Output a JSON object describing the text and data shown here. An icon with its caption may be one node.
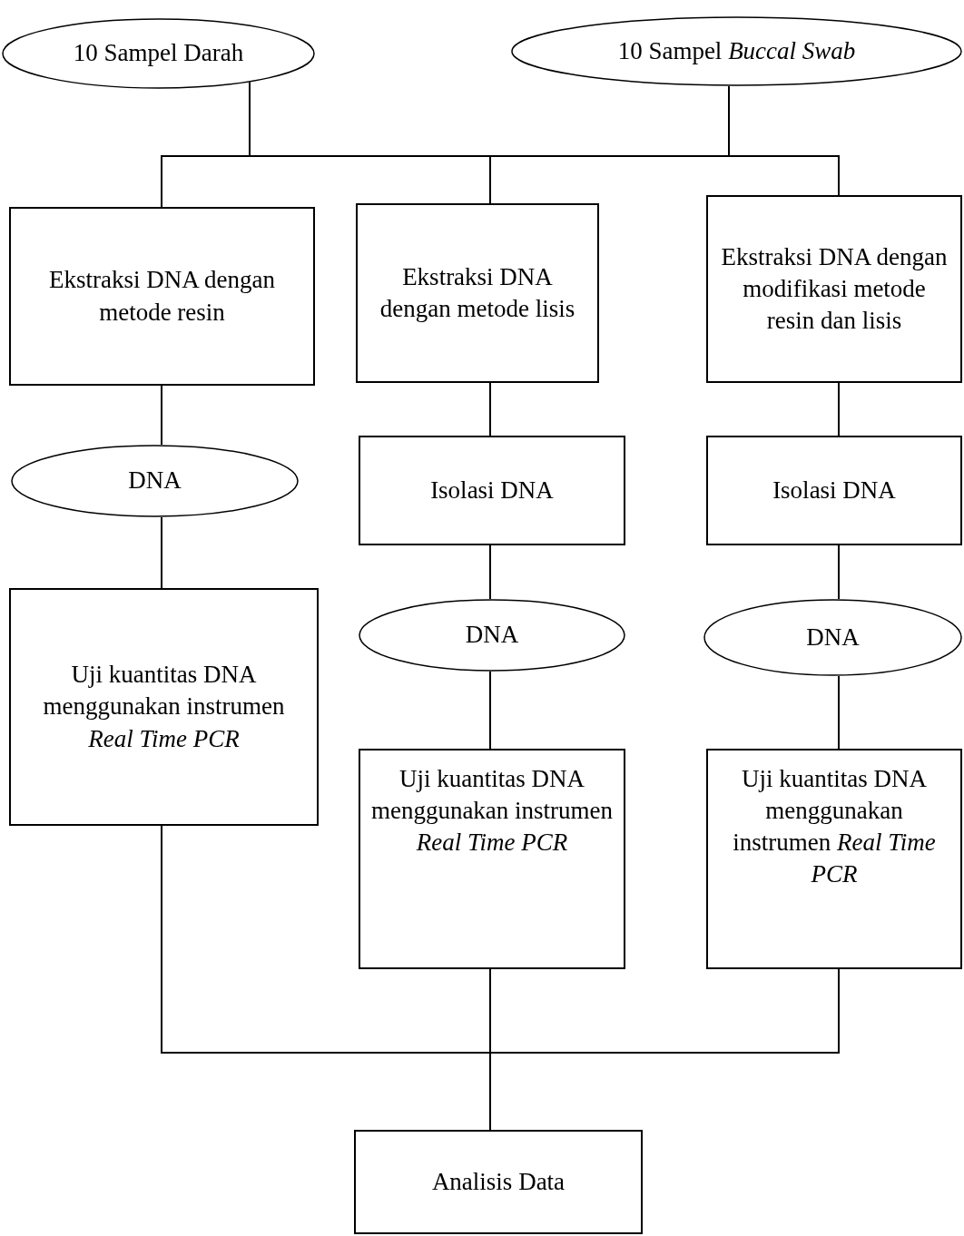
{
  "diagram": {
    "nodes": [
      {
        "text": [
          "10 Sampel Darah"
        ]
      },
      {
        "text": [
          "10 Sampel *Buccal Swab*"
        ]
      },
      {
        "text": [
          "Ekstraksi DNA dengan metode resin"
        ]
      },
      {
        "text": [
          "Ekstraksi DNA dengan metode lisis"
        ]
      },
      {
        "text": [
          "Ekstraksi DNA dengan modifikasi metode resin dan lisis"
        ]
      },
      {
        "text": [
          "DNA"
        ]
      },
      {
        "text": [
          "Isolasi DNA"
        ]
      },
      {
        "text": [
          "Isolasi DNA"
        ]
      },
      {
        "text": [
          "Uji kuantitas DNA menggunakan instrumen *Real Time PCR*"
        ]
      },
      {
        "text": [
          "DNA"
        ]
      },
      {
        "text": [
          "DNA"
        ]
      },
      {
        "text": [
          "Uji kuantitas DNA menggunakan instrumen *Real Time PCR*"
        ]
      },
      {
        "text": [
          "Uji kuantitas DNA menggunakan instrumen *Real Time PCR*"
        ]
      },
      {
        "text": [
          "Analisis Data"
        ]
      }
    ],
    "edges": [
      {
        "from": 0,
        "to": 2,
        "arrow": "none"
      },
      {
        "from": 0,
        "to": 3,
        "arrow": "none"
      },
      {
        "from": 0,
        "to": 4,
        "arrow": "none"
      },
      {
        "from": 1,
        "to": 2,
        "arrow": "none"
      },
      {
        "from": 1,
        "to": 3,
        "arrow": "none"
      },
      {
        "from": 1,
        "to": 4,
        "arrow": "none"
      },
      {
        "from": 2,
        "to": 5,
        "arrow": "none"
      },
      {
        "from": 5,
        "to": 8,
        "arrow": "none"
      },
      {
        "from": 3,
        "to": 6,
        "arrow": "none"
      },
      {
        "from": 6,
        "to": 9,
        "arrow": "none"
      },
      {
        "from": 9,
        "to": 11,
        "arrow": "none"
      },
      {
        "from": 4,
        "to": 7,
        "arrow": "none"
      },
      {
        "from": 7,
        "to": 10,
        "arrow": "none"
      },
      {
        "from": 10,
        "to": 12,
        "arrow": "none"
      },
      {
        "from": 8,
        "to": 13,
        "arrow": "none"
      },
      {
        "from": 11,
        "to": 13,
        "arrow": "none"
      },
      {
        "from": 12,
        "to": 13,
        "arrow": "none"
      }
    ]
  }
}
